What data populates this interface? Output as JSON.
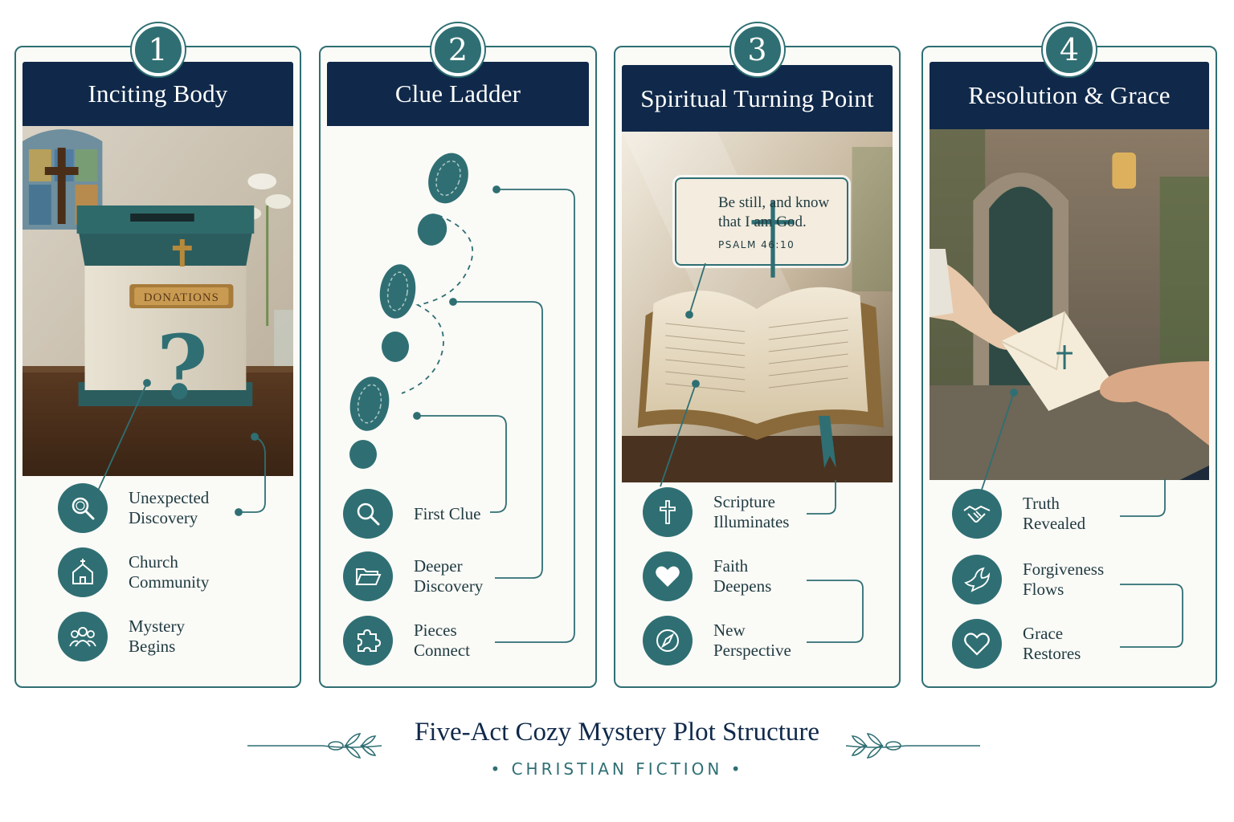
{
  "colors": {
    "teal": "#2f6f73",
    "navy": "#10294a",
    "panel": "#fafaf7"
  },
  "acts": [
    {
      "number": "1",
      "title": "Inciting Body",
      "photo_label": "DONATIONS",
      "items": [
        {
          "lines": [
            "Unexpected",
            "Discovery"
          ],
          "icon": "magnifier-icon"
        },
        {
          "lines": [
            "Church",
            "Community"
          ],
          "icon": "church-icon"
        },
        {
          "lines": [
            "Mystery",
            "Begins"
          ],
          "icon": "people-icon"
        }
      ]
    },
    {
      "number": "2",
      "title": "Clue Ladder",
      "items": [
        {
          "lines": [
            "First Clue"
          ],
          "icon": "magnifier-icon"
        },
        {
          "lines": [
            "Deeper",
            "Discovery"
          ],
          "icon": "folder-icon"
        },
        {
          "lines": [
            "Pieces",
            "Connect"
          ],
          "icon": "puzzle-icon"
        }
      ]
    },
    {
      "number": "3",
      "title": "Spiritual Turning Point",
      "verse": {
        "text": [
          "Be still, and know",
          "that I am God."
        ],
        "reference": "PSALM 46:10"
      },
      "items": [
        {
          "lines": [
            "Scripture",
            "Illuminates"
          ],
          "icon": "cross-icon"
        },
        {
          "lines": [
            "Faith",
            "Deepens"
          ],
          "icon": "heart-icon"
        },
        {
          "lines": [
            "New",
            "Perspective"
          ],
          "icon": "compass-icon"
        }
      ]
    },
    {
      "number": "4",
      "title": "Resolution & Grace",
      "items": [
        {
          "lines": [
            "Truth",
            "Revealed"
          ],
          "icon": "handshake-icon"
        },
        {
          "lines": [
            "Forgiveness",
            "Flows"
          ],
          "icon": "dove-icon"
        },
        {
          "lines": [
            "Grace",
            "Restores"
          ],
          "icon": "heart-outline-icon"
        }
      ]
    }
  ],
  "footer": {
    "title": "Five-Act Cozy Mystery Plot Structure",
    "subtitle": "• CHRISTIAN FICTION •"
  }
}
